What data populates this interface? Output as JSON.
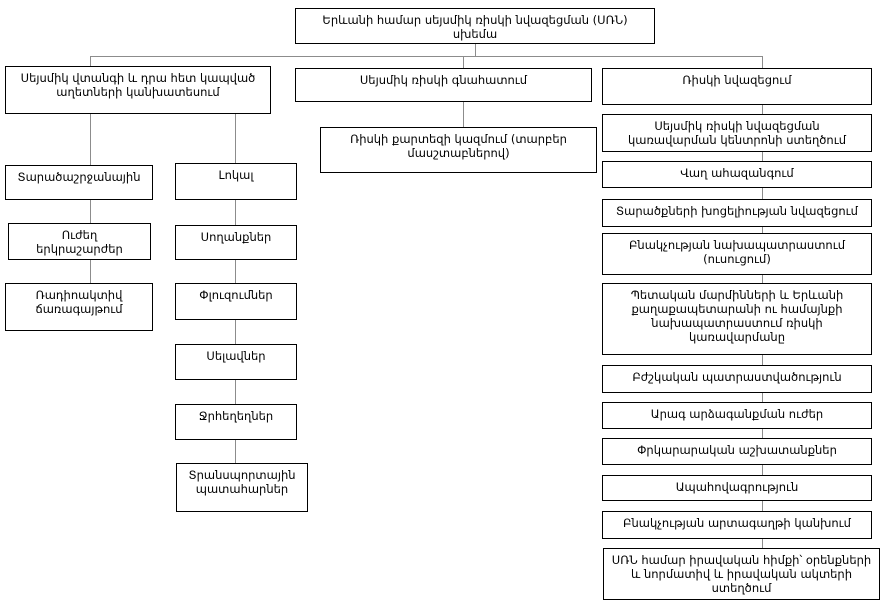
{
  "colors": {
    "box_border": "#000000",
    "box_background": "#ffffff",
    "connector": "#8c8c8c",
    "text": "#000000"
  },
  "diagram": {
    "title": "Երևանի համար սեյսմիկ ռիսկի նվազեցման (ՍՌՆ)\nսխեմա",
    "forecast": {
      "header": "Սեյսմիկ վտանգի և դրա հետ կապված\nաղետների կանխատեսում",
      "regional_label": "Տարածաշրջանային",
      "regional_items": [
        "Ուժեղ\nերկրաշարժեր",
        "Ռադիոակտիվ\nճառագայթում"
      ],
      "local_label": "Լոկալ",
      "local_items": [
        "Սողանքներ",
        "Փլուզումներ",
        "Սելավներ",
        "Ջրհեղեղներ",
        "Տրանսպորտային\nպատահարներ"
      ]
    },
    "assessment": {
      "header": "Սեյսմիկ ռիսկի գնահատում",
      "map_item": "Ռիսկի քարտեզի կազմում (տարբեր\nմասշտաբներով)"
    },
    "reduction": {
      "header": "Ռիսկի նվազեցում",
      "items": [
        "Սեյսմիկ ռիսկի նվազեցման\nկառավարման կենտրոնի ստեղծում",
        "Վաղ ահազանգում",
        "Տարածքների խոցելիության նվազեցում",
        "Բնակչության նախապատրաստում\n(ուսուցում)",
        "Պետական մարմինների և Երևանի\nքաղաքապետարանի ու համայնքի\nնախապատրաստում ռիսկի\nկառավարմանը",
        "Բժշկական պատրաստվածություն",
        "Արագ արձագանքման ուժեր",
        "Փրկարարական աշխատանքներ",
        "Ապահովագրություն",
        "Բնակչության արտագաղթի կանխում",
        "ՍՌՆ համար իրավական հիմքի՝ օրենքների\nև նորմատիվ և իրավական ակտերի\nստեղծում"
      ]
    }
  }
}
